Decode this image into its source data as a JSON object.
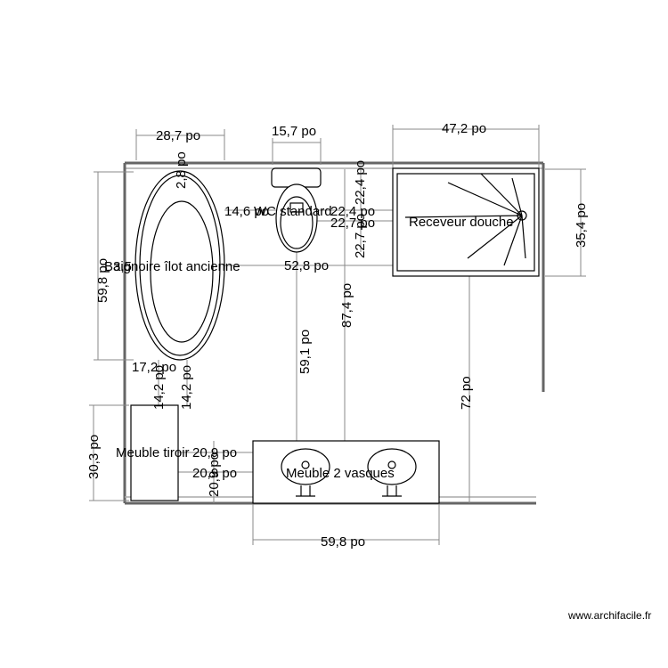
{
  "fixtures": {
    "bathtub": "Baignoire îlot ancienne",
    "wc": "WC standard",
    "shower": "Receveur douche",
    "drawer_cabinet": "Meuble tiroir",
    "double_vanity": "Meuble 2 vasques"
  },
  "dimensions": {
    "tub_width": "28,7 po",
    "wc_width": "15,7 po",
    "shower_width": "47,2 po",
    "tub_top_gap": "2,8 po",
    "wc_left_gap": "14,6 po",
    "wc_right_gap_a": "22,4 po",
    "wc_right_gap_b": "22,7 po",
    "wc_right_gap_vertical": "22,7 po",
    "wc_top_gap": "22,4 po",
    "shower_depth": "35,4 po",
    "tub_length": "59,8 po",
    "tub_left_gap": "3,5",
    "tub_to_shower": "52,8 po",
    "tub_to_vanity": "59,1 po",
    "wc_to_vanity": "87,4 po",
    "shower_to_bottom": "72 po",
    "tub_to_cabinet": "17,2 po",
    "cabinet_gap_a": "14,2 po",
    "cabinet_gap_b": "14,2 po",
    "cabinet_height": "30,3 po",
    "cabinet_to_vanity_a": "20,9 po",
    "cabinet_to_vanity_b": "20,9 po",
    "vanity_depth": "20,9 po",
    "vanity_width": "59,8 po"
  },
  "footer": {
    "credit": "www.archifacile.fr"
  }
}
